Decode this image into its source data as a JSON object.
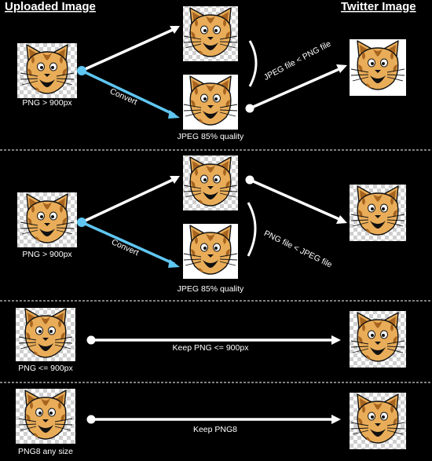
{
  "headers": {
    "uploaded": "Uploaded Image",
    "twitter": "Twitter Image"
  },
  "colors": {
    "background": "#000000",
    "arrow": "#ffffff",
    "convert_arrow": "#5fc6f2",
    "cat_fill": "#e9ad59",
    "cat_spots": "#a7641f",
    "checker_light": "#ffffff",
    "checker_dark": "#cfcfcf"
  },
  "icons": {
    "image": "cat-face-image-icon"
  },
  "rows": [
    {
      "source_label": "PNG > 900px",
      "convert_label": "Convert",
      "jpeg_label": "JPEG 85% quality",
      "compare_label": "JPEG file < PNG file",
      "result": "jpeg"
    },
    {
      "source_label": "PNG > 900px",
      "convert_label": "Convert",
      "jpeg_label": "JPEG 85% quality",
      "compare_label": "PNG  file < JPEG file",
      "result": "png"
    },
    {
      "source_label": "PNG <= 900px",
      "keep_label": "Keep PNG <= 900px"
    },
    {
      "source_label": "PNG8 any size",
      "keep_label": "Keep PNG8"
    }
  ]
}
